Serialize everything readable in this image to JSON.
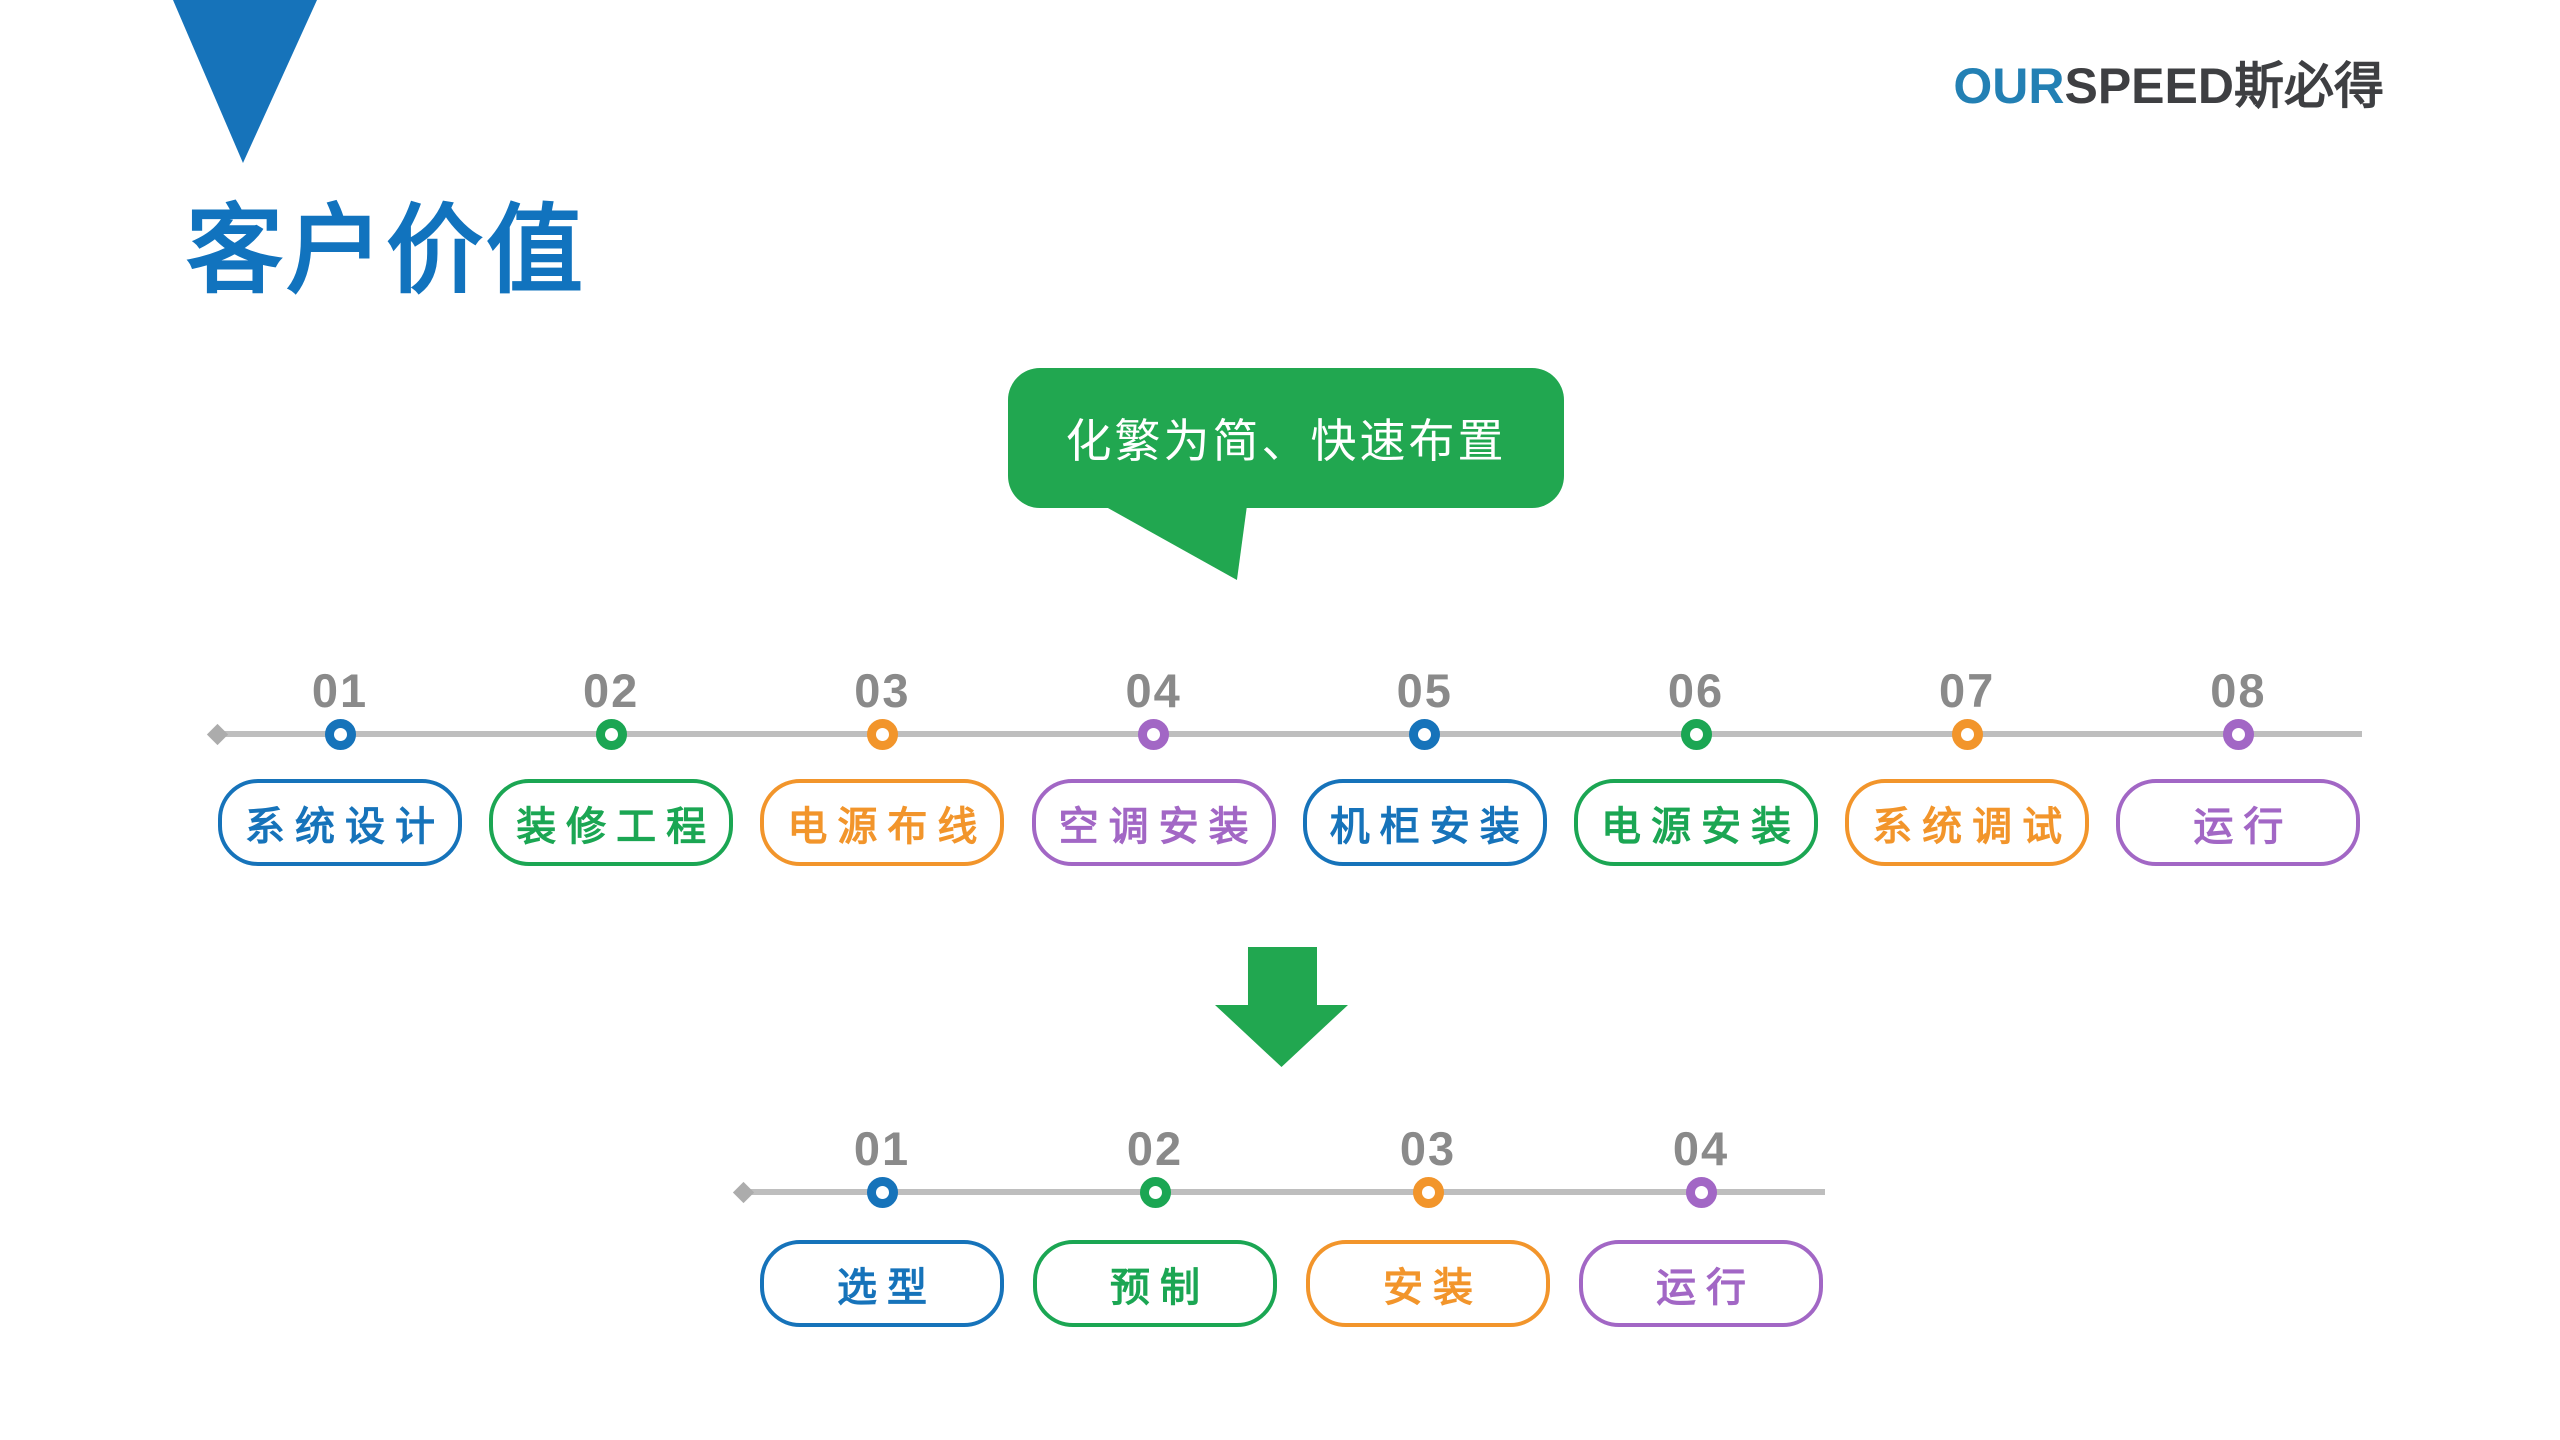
{
  "logo": {
    "prefix": "OUR",
    "suffix": "SPEED斯必得"
  },
  "title": "客户价值",
  "callout": {
    "text": "化繁为简、快速布置"
  },
  "colors": {
    "blue": "#1673BA",
    "green": "#1BA653",
    "orange": "#F2952B",
    "purple": "#A267C5",
    "bubble_green": "#21A750",
    "title_blue": "#1173BE",
    "number_gray": "#8A8A8A",
    "line_gray": "#BEBEBE",
    "diamond_gray": "#ACACAC",
    "logo_blue": "#2380B4",
    "logo_dark": "#3E3F42"
  },
  "timeline_top": {
    "items": [
      {
        "number": "01",
        "label": "系统设计",
        "color": "blue"
      },
      {
        "number": "02",
        "label": "装修工程",
        "color": "green"
      },
      {
        "number": "03",
        "label": "电源布线",
        "color": "orange"
      },
      {
        "number": "04",
        "label": "空调安装",
        "color": "purple"
      },
      {
        "number": "05",
        "label": "机柜安装",
        "color": "blue"
      },
      {
        "number": "06",
        "label": "电源安装",
        "color": "green"
      },
      {
        "number": "07",
        "label": "系统调试",
        "color": "orange"
      },
      {
        "number": "08",
        "label": "运行",
        "color": "purple"
      }
    ]
  },
  "timeline_bottom": {
    "items": [
      {
        "number": "01",
        "label": "选型",
        "color": "blue"
      },
      {
        "number": "02",
        "label": "预制",
        "color": "green"
      },
      {
        "number": "03",
        "label": "安装",
        "color": "orange"
      },
      {
        "number": "04",
        "label": "运行",
        "color": "purple"
      }
    ]
  }
}
